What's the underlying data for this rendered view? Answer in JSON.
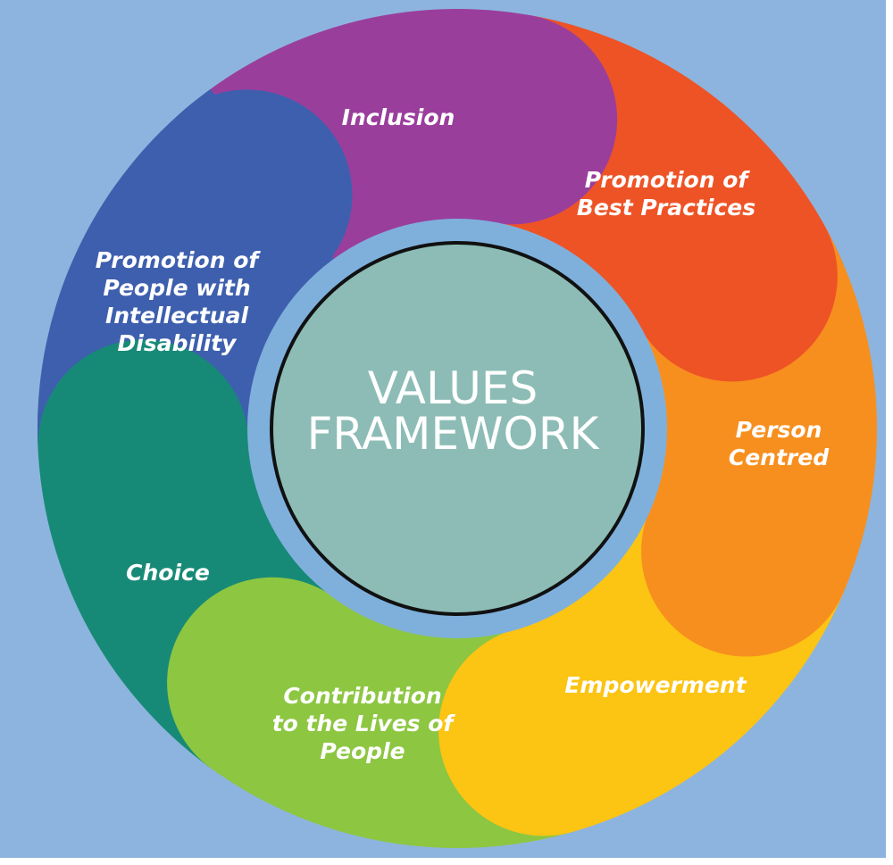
{
  "center": {
    "line1": "VALUES",
    "line2": "FRAMEWORK"
  },
  "colors": {
    "background": "#8db4de",
    "ring": "#7fb0dc",
    "center_fill": "#8cbcb5"
  },
  "segments": [
    {
      "name": "inclusion",
      "lines": [
        "Inclusion"
      ],
      "color": "#9a3e9c"
    },
    {
      "name": "best-practices",
      "lines": [
        "Promotion of",
        "Best Practices"
      ],
      "color": "#ee5326"
    },
    {
      "name": "person-centred",
      "lines": [
        "Person",
        "Centred"
      ],
      "color": "#f78f1e"
    },
    {
      "name": "empowerment",
      "lines": [
        "Empowerment"
      ],
      "color": "#fcc413"
    },
    {
      "name": "contribution",
      "lines": [
        "Contribution",
        "to the Lives of",
        "People"
      ],
      "color": "#8dc641"
    },
    {
      "name": "choice",
      "lines": [
        "Choice"
      ],
      "color": "#178a77"
    },
    {
      "name": "promotion-people",
      "lines": [
        "Promotion of",
        "People with",
        "Intellectual",
        "Disability"
      ],
      "color": "#3e5fae"
    }
  ]
}
